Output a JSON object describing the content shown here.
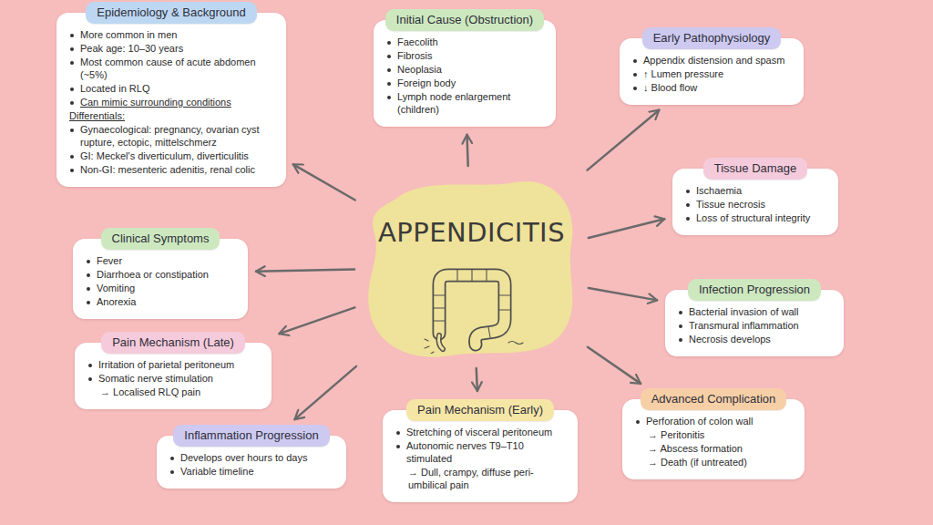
{
  "diagram": {
    "nodes": [
      {
        "text": [
          "Epidemiology & Background",
          "More common in men",
          "Peak age: 10–30 years",
          "Most common cause of acute abdomen (~5%)",
          "Located in RLQ",
          "Can mimic surrounding conditions",
          "Differentials:",
          "Gynaecological: pregnancy, ovarian cyst rupture, ectopic, mittelschmerz",
          "GI: Meckel's diverticulum, diverticulitis",
          "Non-GI: mesenteric adenitis, renal colic"
        ]
      },
      {
        "text": [
          "Initial Cause (Obstruction)",
          "Faecolith",
          "Fibrosis",
          "Neoplasia",
          "Foreign body",
          "Lymph node enlargement (children)"
        ]
      },
      {
        "text": [
          "Early Pathophysiology",
          "Appendix distension and spasm",
          "↑ Lumen pressure",
          "↓ Blood flow"
        ]
      },
      {
        "text": [
          "APPENDICITIS"
        ]
      },
      {
        "text": [
          "Tissue Damage",
          "Ischaemia",
          "Tissue necrosis",
          "Loss of structural integrity"
        ]
      },
      {
        "text": [
          "Clinical Symptoms",
          "Fever",
          "Diarrhoea or constipation",
          "Vomiting",
          "Anorexia"
        ]
      },
      {
        "text": [
          "Infection Progression",
          "Bacterial invasion of wall",
          "Transmural inflammation",
          "Necrosis develops"
        ]
      },
      {
        "text": [
          "Pain Mechanism (Late)",
          "Irritation of parietal peritoneum",
          "Somatic nerve stimulation",
          "→ Localised RLQ pain"
        ]
      },
      {
        "text": [
          "Advanced Complication",
          "Perforation of colon wall",
          "→ Peritonitis",
          "→ Abscess formation",
          "→ Death (if untreated)"
        ]
      },
      {
        "text": [
          "Inflammation Progression",
          "Develops over hours to days",
          "Variable timeline"
        ]
      },
      {
        "text": [
          "Pain Mechanism (Early)",
          "Stretching of visceral peritoneum",
          "Autonomic nerves T9–T10 stimulated",
          "→ Dull, crampy, diffuse peri-umbilical pain"
        ]
      }
    ],
    "edges": [
      {
        "from": 3,
        "to": 0,
        "arrow": "to"
      },
      {
        "from": 3,
        "to": 1,
        "arrow": "to"
      },
      {
        "from": 3,
        "to": 2,
        "arrow": "to"
      },
      {
        "from": 3,
        "to": 4,
        "arrow": "to"
      },
      {
        "from": 3,
        "to": 5,
        "arrow": "to"
      },
      {
        "from": 3,
        "to": 6,
        "arrow": "to"
      },
      {
        "from": 3,
        "to": 7,
        "arrow": "to"
      },
      {
        "from": 3,
        "to": 8,
        "arrow": "to"
      },
      {
        "from": 3,
        "to": 9,
        "arrow": "to"
      },
      {
        "from": 3,
        "to": 10,
        "arrow": "to"
      }
    ]
  }
}
